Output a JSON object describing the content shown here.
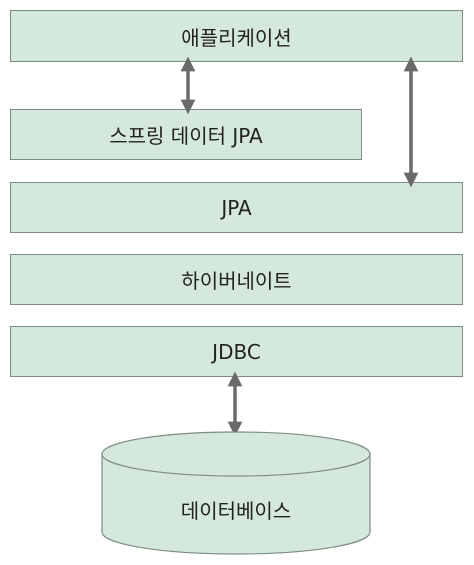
{
  "layers": {
    "application": "애플리케이션",
    "spring_data_jpa": "스프링 데이터 JPA",
    "jpa": "JPA",
    "hibernate": "하이버네이트",
    "jdbc": "JDBC",
    "database": "데이터베이스"
  },
  "colors": {
    "box_fill": "#d5e8dc",
    "box_border": "#7d8c83",
    "arrow": "#6a6a6a",
    "text": "#222222"
  }
}
